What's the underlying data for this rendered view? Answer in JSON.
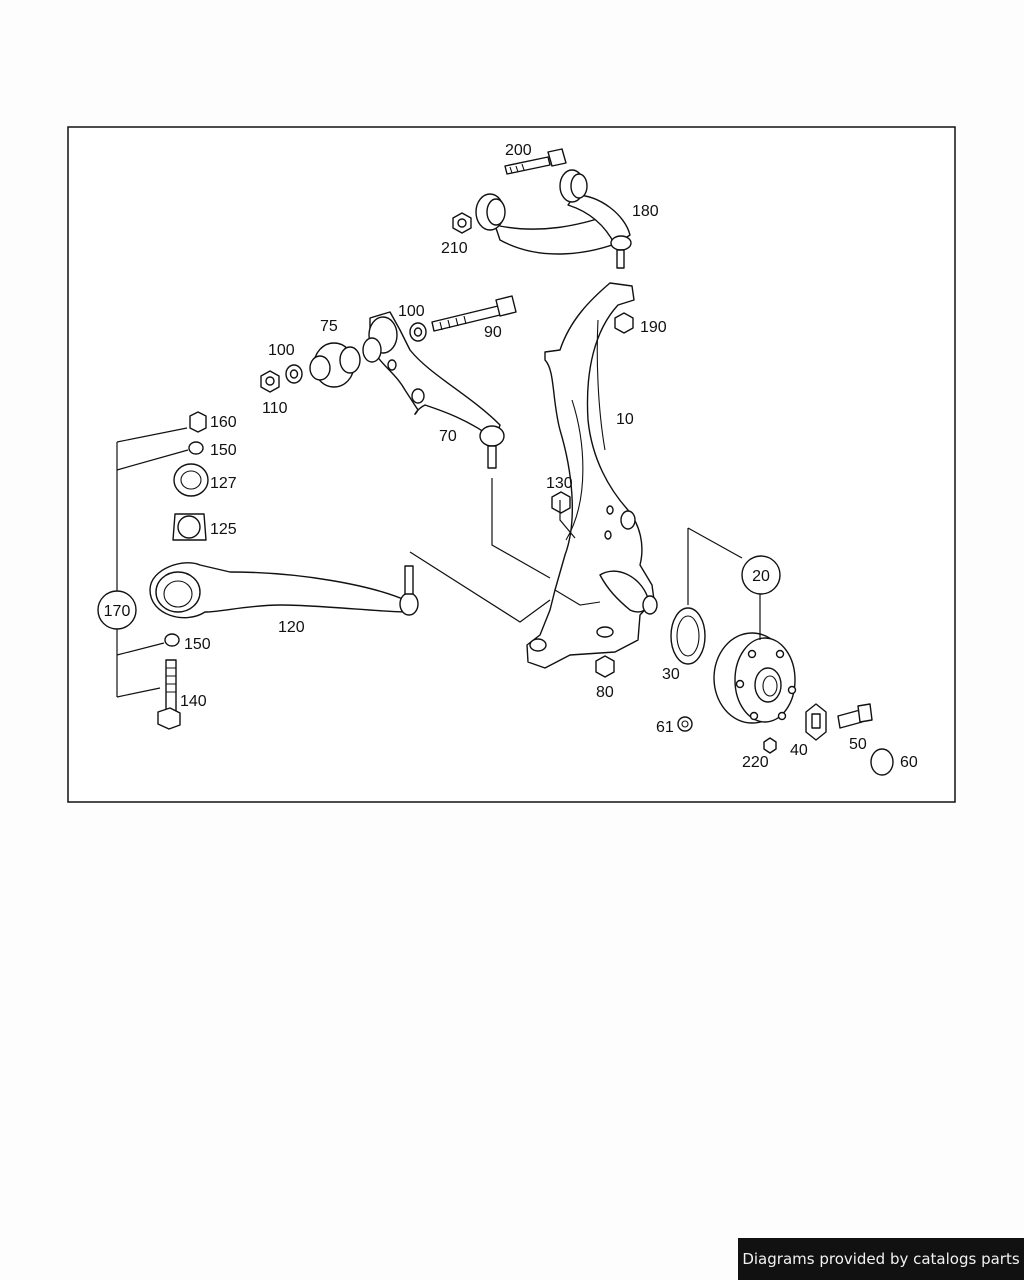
{
  "callouts": {
    "c10": "10",
    "c20": "20",
    "c30": "30",
    "c40": "40",
    "c50": "50",
    "c60": "60",
    "c61": "61",
    "c70": "70",
    "c75": "75",
    "c80": "80",
    "c90": "90",
    "c100a": "100",
    "c100b": "100",
    "c110": "110",
    "c120": "120",
    "c125": "125",
    "c127": "127",
    "c130": "130",
    "c140": "140",
    "c150a": "150",
    "c150b": "150",
    "c160": "160",
    "c170": "170",
    "c180": "180",
    "c190": "190",
    "c200": "200",
    "c210": "210",
    "c220": "220"
  },
  "footer": {
    "credit": "Diagrams provided by catalogs parts"
  }
}
